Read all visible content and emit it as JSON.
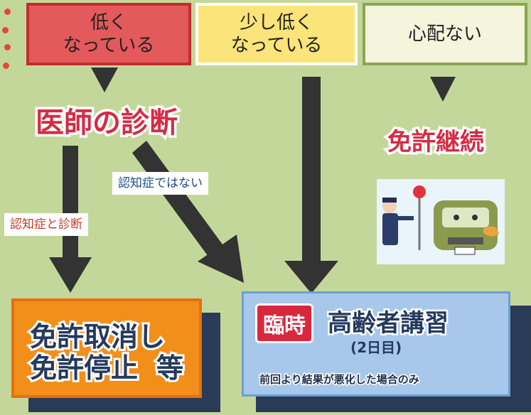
{
  "top_boxes": {
    "low": {
      "label": "低く\nなっている",
      "color": "#e3595c"
    },
    "somewhat_low": {
      "label": "少し低く\nなっている",
      "color": "#fbe47a"
    },
    "no_concern": {
      "label": "心配ない",
      "color": "#f4f5dc"
    }
  },
  "labels": {
    "diagnosis": "医師の診断",
    "continue_license": "免許継続",
    "not_dementia": "認知症ではない",
    "dementia_diagnosis": "認知症と診断"
  },
  "outcomes": {
    "revoke_line1": "免許取消し",
    "revoke_line2": "免許停止",
    "revoke_etc": "等",
    "temporary_badge": "臨時",
    "lecture_title": "高齢者講習",
    "lecture_sub": "(2日目)",
    "lecture_note": "前回より結果が悪化した場合のみ"
  },
  "colors": {
    "background": "#c4d79a",
    "arrow": "#333333",
    "accent_red": "#d42c45",
    "navy": "#243a5e"
  }
}
